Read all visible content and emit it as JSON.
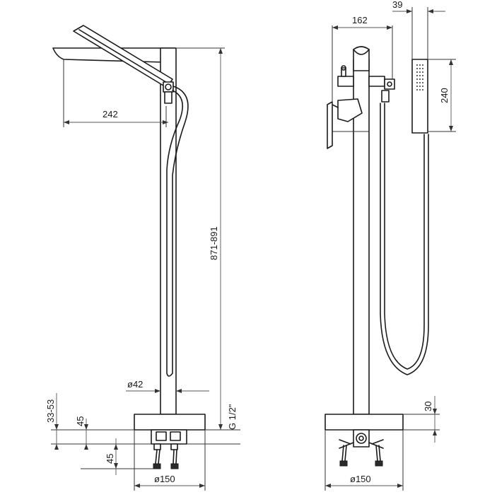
{
  "dimensions": {
    "spout_reach": "242",
    "height_range": "871-891",
    "pipe_diameter": "ø42",
    "base_height_range": "33-53",
    "base_offset_upper": "45",
    "base_offset_lower": "45",
    "thread": "G 1/2\"",
    "base_diameter_left": "ø150",
    "mixer_width": "162",
    "handshower_width": "39",
    "handshower_length": "240",
    "plate_thickness": "30",
    "base_diameter_right": "ø150"
  }
}
